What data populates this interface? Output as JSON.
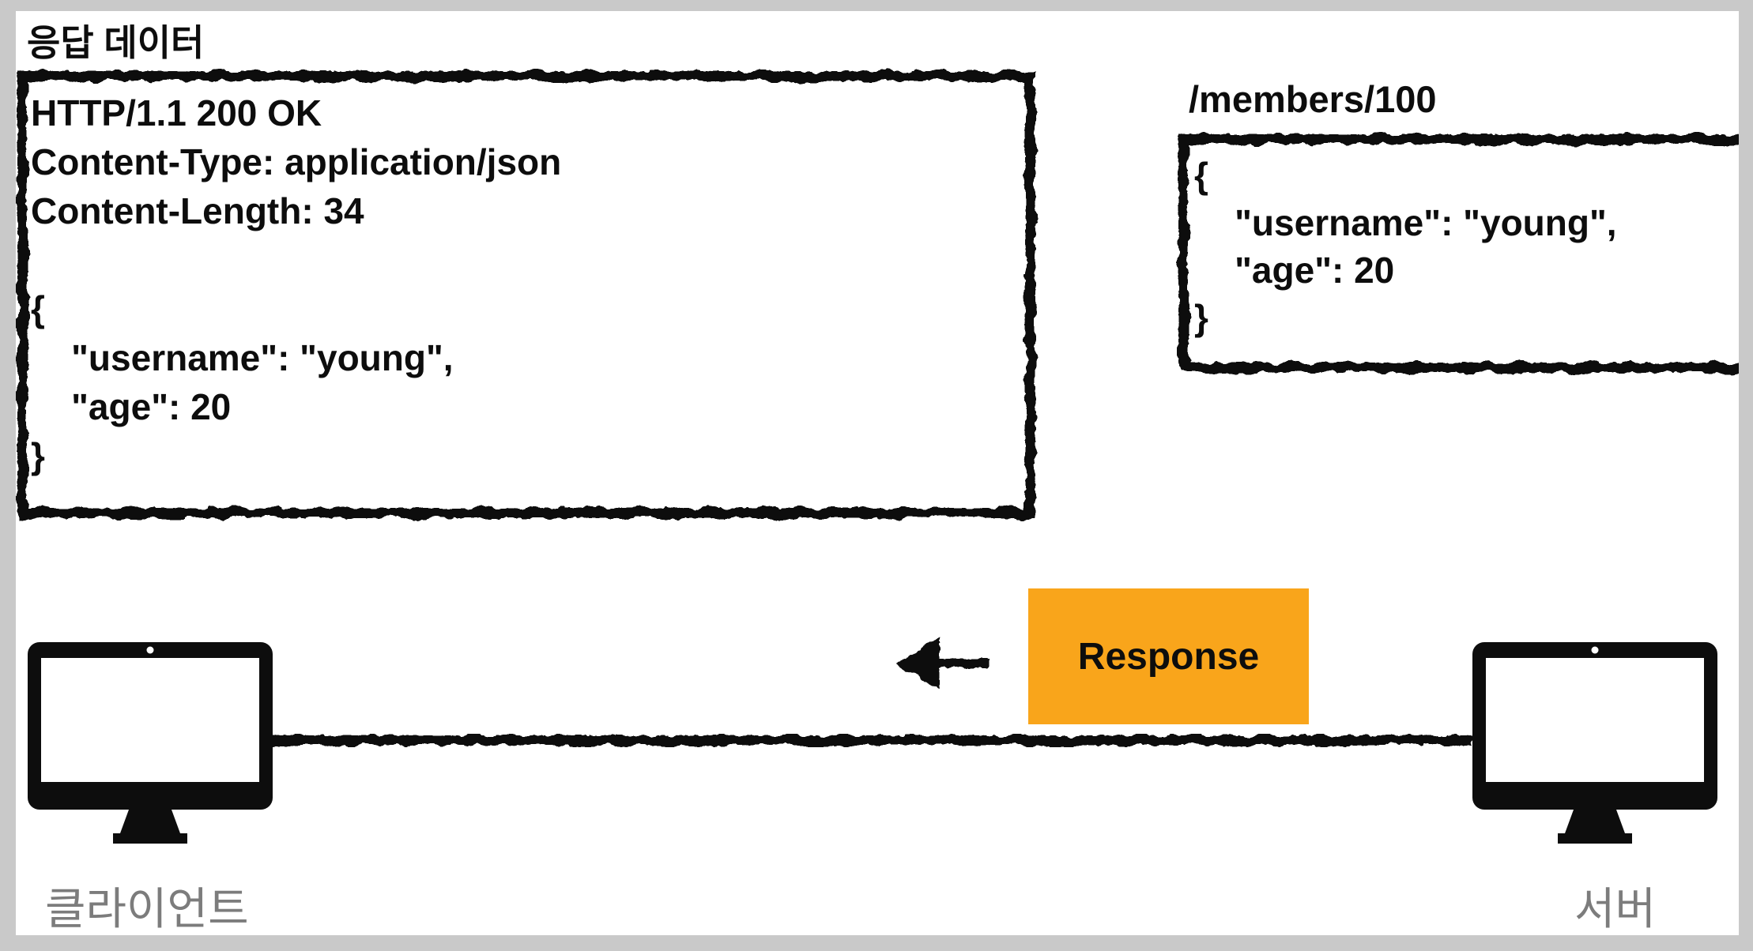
{
  "header": {
    "title": "응답 데이터"
  },
  "http_response": {
    "raw": "HTTP/1.1 200 OK\nContent-Type: application/json\nContent-Length: 34\n\n{\n    \"username\": \"young\",\n    \"age\": 20\n}",
    "status_line": "HTTP/1.1 200 OK",
    "headers": [
      "Content-Type: application/json",
      "Content-Length: 34"
    ],
    "body": "{ \"username\": \"young\", \"age\": 20 }"
  },
  "server_resource": {
    "path": "/members/100",
    "json": "{\n    \"username\": \"young\",\n    \"age\": 20\n}"
  },
  "transfer": {
    "label": "Response",
    "direction": "left",
    "badge_color": "#f9a51b"
  },
  "nodes": {
    "client_label": "클라이언트",
    "server_label": "서버",
    "label_color": "#7c7c7c"
  },
  "style": {
    "ink_color": "#0d0d0d",
    "frame_color": "#c9c9c9",
    "background_color": "#ffffff"
  }
}
